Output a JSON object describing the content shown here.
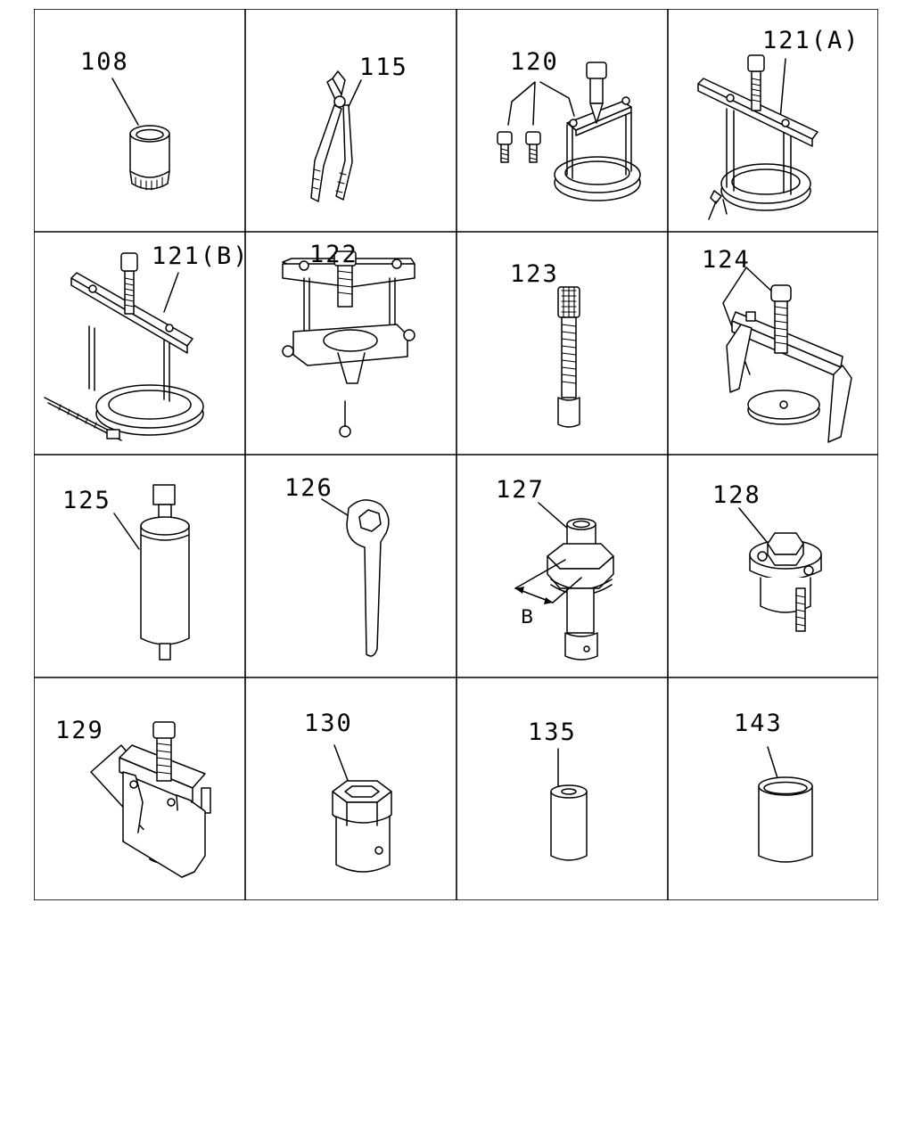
{
  "parts": [
    {
      "id": "p108",
      "label": "108"
    },
    {
      "id": "p115",
      "label": "115"
    },
    {
      "id": "p120",
      "label": "120"
    },
    {
      "id": "p121a",
      "label": "121(A)"
    },
    {
      "id": "p121b",
      "label": "121(B)"
    },
    {
      "id": "p122",
      "label": "122"
    },
    {
      "id": "p123",
      "label": "123"
    },
    {
      "id": "p124",
      "label": "124"
    },
    {
      "id": "p125",
      "label": "125"
    },
    {
      "id": "p126",
      "label": "126"
    },
    {
      "id": "p127",
      "label": "127"
    },
    {
      "id": "p128",
      "label": "128"
    },
    {
      "id": "p129",
      "label": "129"
    },
    {
      "id": "p130",
      "label": "130"
    },
    {
      "id": "p135",
      "label": "135"
    },
    {
      "id": "p143",
      "label": "143"
    }
  ],
  "dimension_label": "B"
}
